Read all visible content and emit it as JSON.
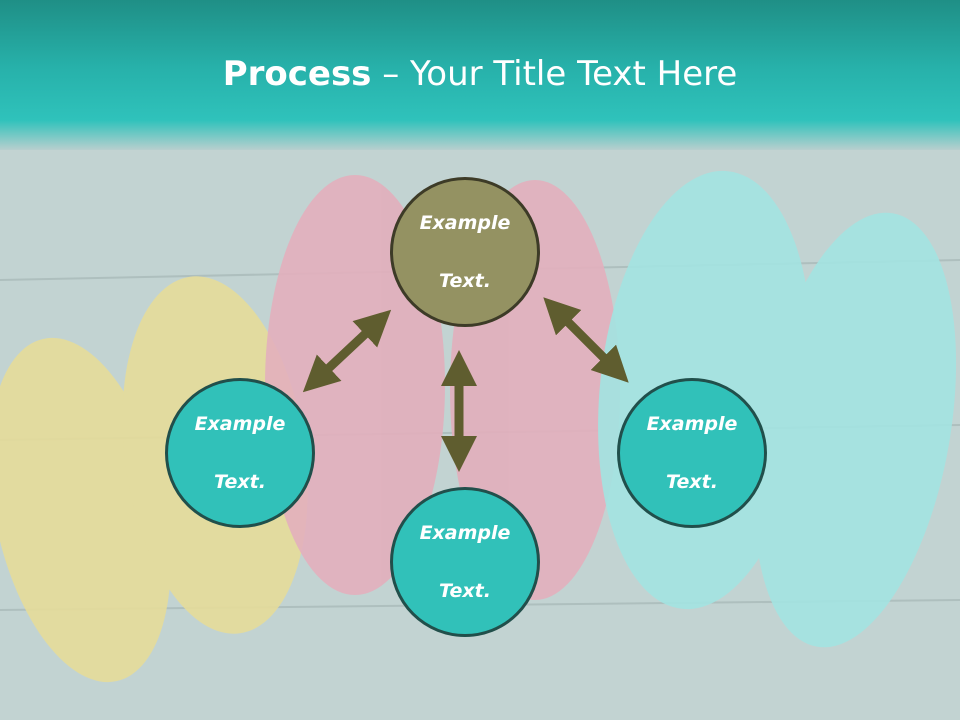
{
  "slide": {
    "title_bold": "Process",
    "title_rest": " – Your Title Text Here"
  },
  "diagram": {
    "center": {
      "line1": "Example",
      "line2": "Text."
    },
    "left": {
      "line1": "Example",
      "line2": "Text."
    },
    "bottom": {
      "line1": "Example",
      "line2": "Text."
    },
    "right": {
      "line1": "Example",
      "line2": "Text."
    }
  },
  "colors": {
    "header": "#2fc2bb",
    "center_node": "#949262",
    "outer_nodes": "#31c1b9",
    "arrows": "#5f5d2f"
  }
}
